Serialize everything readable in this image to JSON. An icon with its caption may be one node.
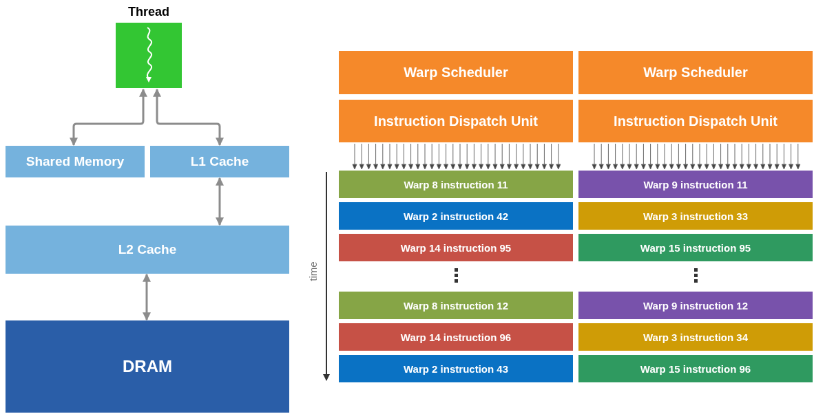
{
  "diagram": {
    "nodes": [
      {
        "text": [
          "Thread"
        ]
      },
      {
        "text": [
          "Shared Memory"
        ]
      },
      {
        "text": [
          "L1 Cache"
        ]
      },
      {
        "text": [
          "L2 Cache"
        ]
      },
      {
        "text": [
          "DRAM"
        ]
      },
      {
        "text": [
          "Warp Scheduler"
        ]
      },
      {
        "text": [
          "Instruction Dispatch Unit"
        ]
      },
      {
        "text": [
          "Warp Scheduler"
        ]
      },
      {
        "text": [
          "Instruction Dispatch Unit"
        ]
      },
      {
        "text": [
          "Warp 8 instruction 11"
        ]
      },
      {
        "text": [
          "Warp 2 instruction 42"
        ]
      },
      {
        "text": [
          "Warp 14 instruction 95"
        ]
      },
      {
        "text": [
          "Warp 8 instruction 12"
        ]
      },
      {
        "text": [
          "Warp 14 instruction 96"
        ]
      },
      {
        "text": [
          "Warp 2 instruction 43"
        ]
      },
      {
        "text": [
          "Warp 9 instruction 11"
        ]
      },
      {
        "text": [
          "Warp 3 instruction 33"
        ]
      },
      {
        "text": [
          "Warp 15 instruction 95"
        ]
      },
      {
        "text": [
          "Warp 9 instruction 12"
        ]
      },
      {
        "text": [
          "Warp 3 instruction 34"
        ]
      },
      {
        "text": [
          "Warp 15 instruction 96"
        ]
      }
    ],
    "edges": [
      {
        "from": 0,
        "to": 1,
        "arrow": "both"
      },
      {
        "from": 0,
        "to": 2,
        "arrow": "both"
      },
      {
        "from": 2,
        "to": 3,
        "arrow": "both"
      },
      {
        "from": 3,
        "to": 4,
        "arrow": "both"
      },
      {
        "from": 6,
        "to": 9,
        "arrow": "to"
      },
      {
        "from": 8,
        "to": 15,
        "arrow": "to"
      }
    ],
    "labels": [
      "time"
    ]
  }
}
